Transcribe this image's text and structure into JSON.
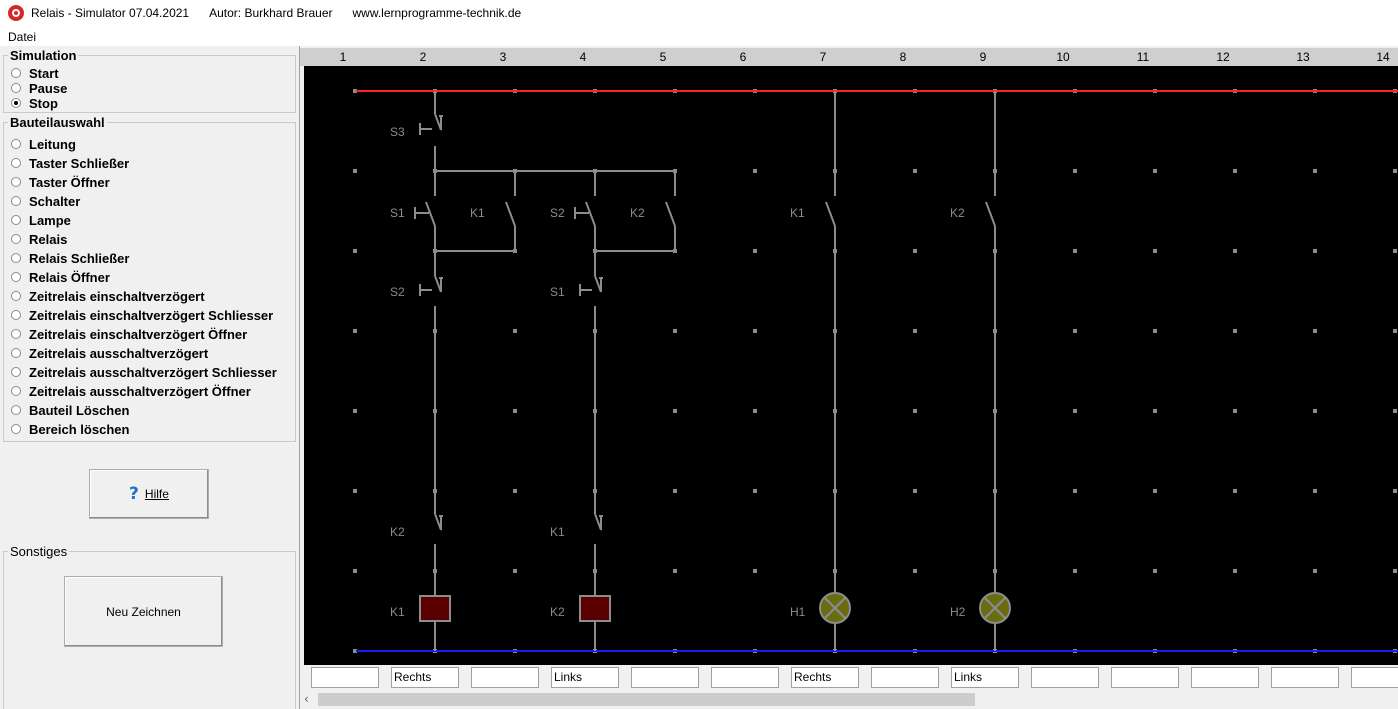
{
  "titlebar": {
    "app": "Relais - Simulator  07.04.2021",
    "author": "Autor: Burkhard Brauer",
    "website": "www.lernprogramme-technik.de"
  },
  "menu": {
    "datei": "Datei"
  },
  "simulation": {
    "title": "Simulation",
    "options": [
      {
        "label": "Start",
        "checked": false
      },
      {
        "label": "Pause",
        "checked": false
      },
      {
        "label": "Stop",
        "checked": true
      }
    ]
  },
  "bauteilauswahl": {
    "title": "Bauteilauswahl",
    "options": [
      "Leitung",
      "Taster Schließer",
      "Taster Öffner",
      "Schalter",
      "Lampe",
      "Relais",
      "Relais Schließer",
      "Relais Öffner",
      "Zeitrelais einschaltverzögert",
      "Zeitrelais einschaltverzögert Schliesser",
      "Zeitrelais einschaltverzögert Öffner",
      "Zeitrelais ausschaltverzögert",
      "Zeitrelais ausschaltverzögert Schliesser",
      "Zeitrelais ausschaltverzögert Öffner",
      "Bauteil Löschen",
      "Bereich löschen"
    ]
  },
  "help_button": {
    "label": "Hilfe",
    "icon": "question-mark-icon"
  },
  "sonstiges": {
    "title": "Sonstiges",
    "redraw_button": "Neu Zeichnen"
  },
  "columns": [
    "1",
    "2",
    "3",
    "4",
    "5",
    "6",
    "7",
    "8",
    "9",
    "10",
    "11",
    "12",
    "13",
    "14"
  ],
  "direction_fields": [
    "",
    "Rechts",
    "",
    "Links",
    "",
    "",
    "Rechts",
    "",
    "Links",
    "",
    "",
    "",
    "",
    ""
  ],
  "circuit_labels": {
    "S3": "S3",
    "S1_col2": "S1",
    "K1_col3": "K1",
    "S2_col4": "S2",
    "K2_col5": "K2",
    "K1_col7": "K1",
    "K2_col9": "K2",
    "S2_col2": "S2",
    "S1_col4": "S1",
    "K2_col2_nc": "K2",
    "K1_col4_nc": "K1",
    "K1_coil": "K1",
    "K2_coil": "K2",
    "H1": "H1",
    "H2": "H2"
  },
  "colors": {
    "canvas_bg": "#000000",
    "top_rail": "#ff2020",
    "bottom_rail": "#1a1aff",
    "wire": "#8c8c8c",
    "coil_fill": "#5a0000",
    "lamp_fill": "#6b6b10"
  }
}
